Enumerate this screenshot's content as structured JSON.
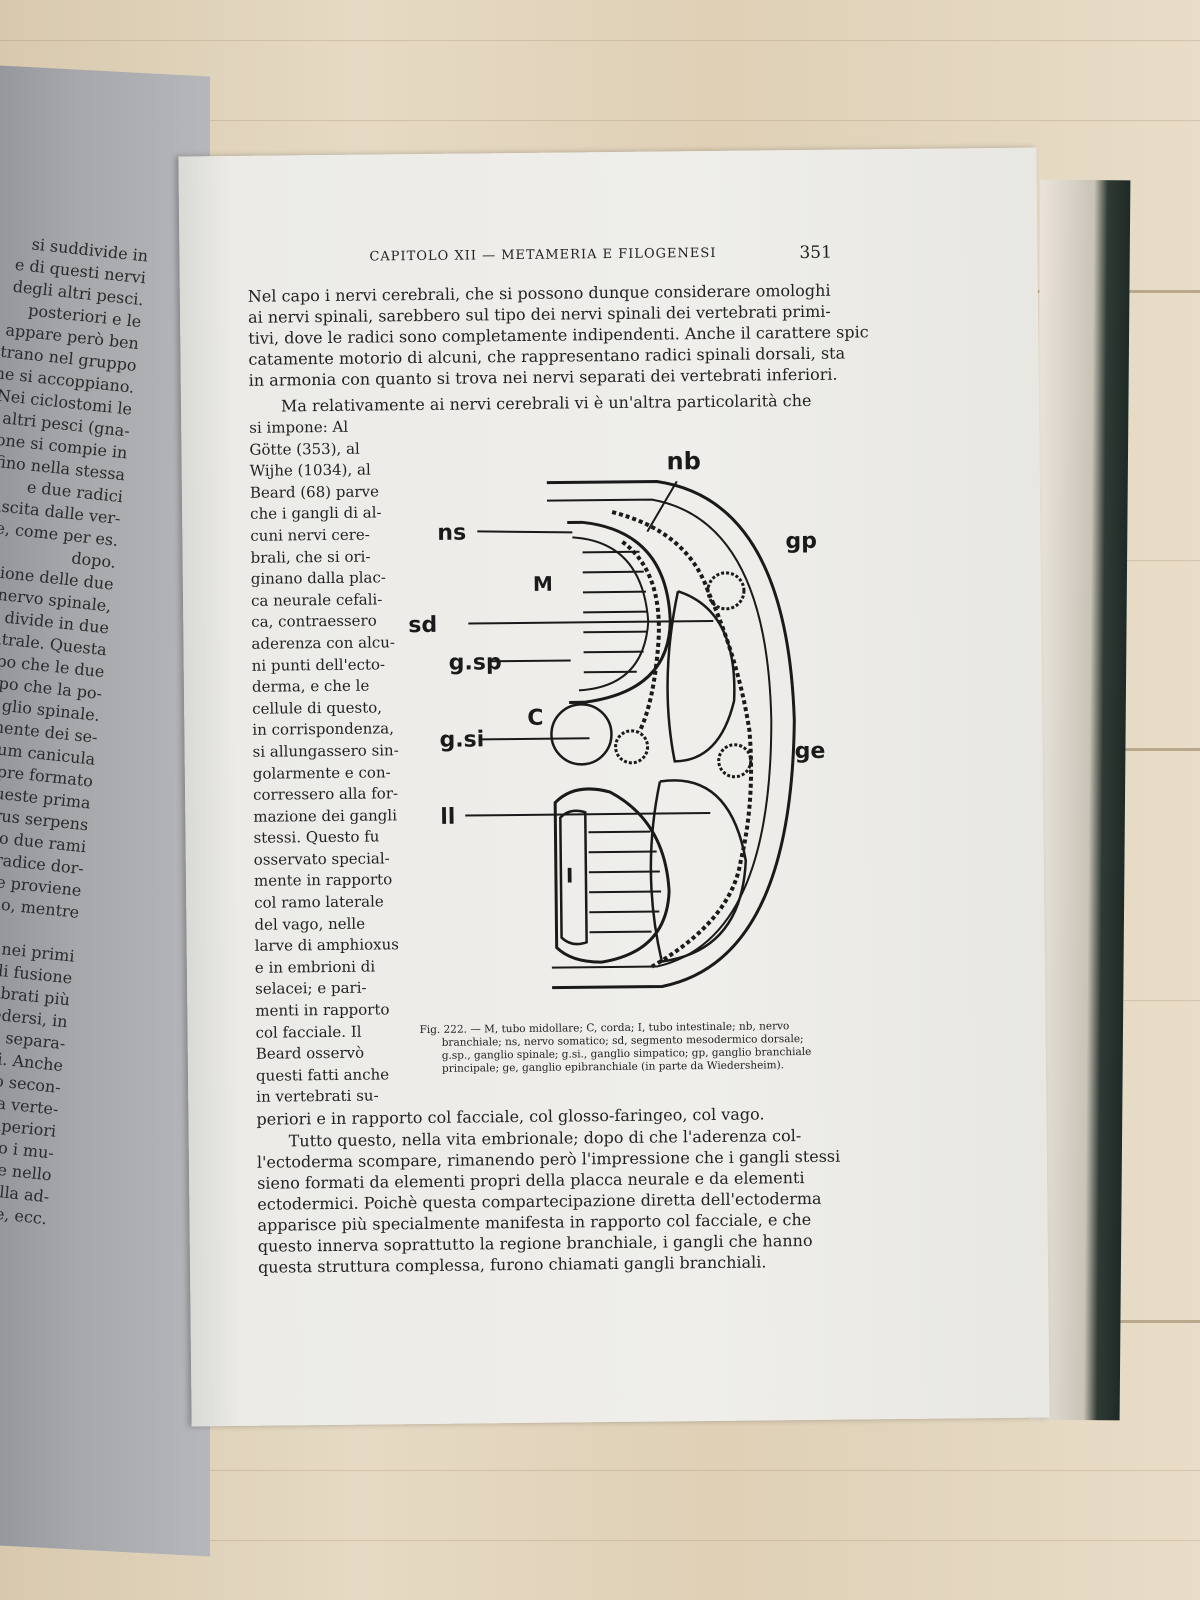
{
  "left_page": {
    "lines": [
      "si suddivide in",
      "e di questi nervi",
      "degli altri pesci.",
      "posteriori e le",
      "appare però ben",
      "trano nel gruppo",
      "he si accoppiano.",
      "Nei ciclostomi le",
      "altri pesci (gna-",
      "one si compie in",
      "rfino nella stessa",
      "e due radici",
      "uscita dalle ver-",
      "ire, come per es.",
      "dopo.",
      "unione delle due",
      "l nervo spinale,",
      "si divide in due",
      "ventrale. Questa",
      "dopo che le due",
      "i dopo che la po-",
      "glio spinale.",
      "cialmente dei se-",
      "yllium canicula",
      "sempre formato",
      "da queste prima",
      "hisurus serpens",
      "hanno due rami",
      "dalla radice dor-",
      "no che proviene",
      "motorio, mentre",
      "",
      "sce che nei primi",
      "ccenno di fusione",
      "ei vertebrati più",
      "può credersi, in",
      "subito la separa-",
      "inferiori. Anche",
      "un fatto secon-",
      "la colonna verte-",
      "e nei superiori",
      "subiscono i mu-",
      "el cuore e nello",
      "acica e nella ad-",
      "le, ecc."
    ]
  },
  "page": {
    "header": "CAPITOLO XII — METAMERIA E FILOGENESI",
    "number": "351",
    "para1": [
      "Nel capo i nervi cerebrali, che si possono dunque considerare omologhi",
      "ai nervi spinali, sarebbero sul tipo dei nervi spinali dei vertebrati primi-",
      "tivi, dove le radici sono completamente indipendenti. Anche il carattere spic",
      "catamente motorio di alcuni, che rappresentano radici spinali dorsali, sta",
      "in armonia con quanto si trova nei nervi separati dei vertebrati inferiori."
    ],
    "para2_intro": "Ma relativamente ai nervi cerebrali vi è un'altra particolarità che",
    "narrow_column": [
      "si impone: Al",
      "Götte (353), al",
      "Wijhe (1034), al",
      "Beard (68) parve",
      "che i gangli di al-",
      "cuni nervi cere-",
      "brali, che si ori-",
      "ginano dalla plac-",
      "ca neurale cefali-",
      "ca, contraessero",
      "aderenza con alcu-",
      "ni punti dell'ecto-",
      "derma, e che le",
      "cellule di questo,",
      "in corrispondenza,",
      "si allungassero sin-",
      "golarmente e con-",
      "corressero alla for-",
      "mazione dei gangli",
      "stessi. Questo fu",
      "osservato special-",
      "mente in rapporto",
      "col ramo laterale",
      "del vago, nelle",
      "larve di amphioxus",
      "e in embrioni di",
      "selacei; e pari-",
      "menti in rapporto",
      "col facciale. Il",
      "Beard osservò",
      "questi fatti anche",
      "in vertebrati su-"
    ],
    "para2_tail": "periori e in rapporto col facciale, col glosso-faringeo, col vago.",
    "para3": [
      "Tutto questo, nella vita embrionale; dopo di che l'aderenza col-",
      "l'ectoderma scompare, rimanendo però l'impressione che i gangli stessi",
      "sieno formati da elementi propri della placca neurale e da elementi",
      "ectodermici. Poichè questa compartecipazione diretta dell'ectoderma",
      "apparisce più specialmente manifesta in rapporto col facciale, e che",
      "questo innerva soprattutto la regione branchiale, i gangli che hanno",
      "questa struttura complessa, furono chiamati gangli branchiali."
    ],
    "caption": [
      "Fig. 222. — M, tubo midollare; C, corda; I, tubo intestinale; nb, nervo",
      "branchiale; ns, nervo somatico; sd, segmento mesodermico dorsale;",
      "g.sp., ganglio spinale; g.si., ganglio simpatico; gp, ganglio branchiale",
      "principale; ge, ganglio epibranchiale (in parte da Wiedersheim)."
    ]
  },
  "figure": {
    "labels": {
      "nb": "nb",
      "ns": "ns",
      "gp": "gp",
      "M": "M",
      "sd": "sd",
      "gsp": "g.sp",
      "C": "C",
      "gsi": "g.si",
      "ge": "ge",
      "ll": "ll",
      "I": "I"
    }
  }
}
